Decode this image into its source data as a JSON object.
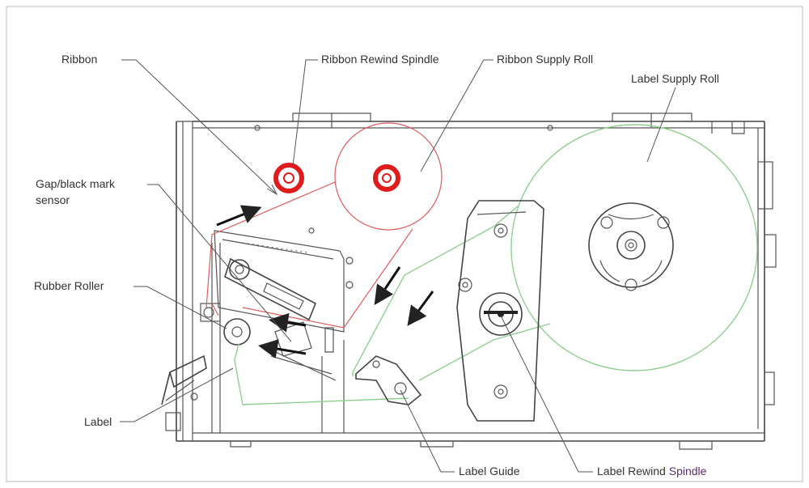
{
  "diagram": {
    "labels": {
      "ribbon": "Ribbon",
      "ribbon_rewind_spindle": "Ribbon Rewind Spindle",
      "ribbon_supply_roll": "Ribbon Supply Roll",
      "label_supply_roll": "Label Supply Roll",
      "gap_black_mark_sensor_line1": "Gap/black mark",
      "gap_black_mark_sensor_line2": "sensor",
      "rubber_roller": "Rubber Roller",
      "label": "Label",
      "label_guide": "Label Guide",
      "label_rewind_prefix": "Label Rewind ",
      "label_rewind_suffix": "Spindle"
    },
    "colors": {
      "ribbon_path": "#e15b5b",
      "ribbon_spindle": "#e01b1b",
      "label_path": "#8fd08f",
      "outline": "#555555",
      "callout_text": "#333333",
      "highlight_text": "#5b2c6f"
    }
  }
}
